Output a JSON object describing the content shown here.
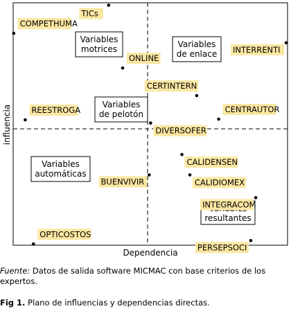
{
  "chart_data": {
    "type": "scatter",
    "xlabel": "Dependencia",
    "ylabel": "influencia",
    "xlim": [
      0,
      100
    ],
    "ylim": [
      0,
      100
    ],
    "grid": false,
    "quadrant_lines": {
      "x": 49,
      "y": 48
    },
    "label_color": "#fbe7a2",
    "points": [
      {
        "name": "TICs",
        "x": 34.8,
        "y": 99.0,
        "label_side": "left"
      },
      {
        "name": "COMPETHUMA",
        "x": 0.2,
        "y": 87.4,
        "label_side": "right-above"
      },
      {
        "name": "INTERRENTI",
        "x": 99.5,
        "y": 83.5,
        "label_side": "left-below"
      },
      {
        "name": "ONLINE",
        "x": 39.9,
        "y": 73.1,
        "label_side": "right-above"
      },
      {
        "name": "CERTINTERN",
        "x": 66.9,
        "y": 61.7,
        "label_side": "left-above"
      },
      {
        "name": "CENTRAUTOR",
        "x": 74.9,
        "y": 52.0,
        "label_side": "right-above"
      },
      {
        "name": "REESTROGA",
        "x": 4.4,
        "y": 51.7,
        "label_side": "right-above"
      },
      {
        "name": "DIVERSOFER",
        "x": 50.1,
        "y": 50.4,
        "label_side": "right-below"
      },
      {
        "name": "CALIDENSEN",
        "x": 61.5,
        "y": 37.4,
        "label_side": "right-below"
      },
      {
        "name": "CALIDIOMEX",
        "x": 64.4,
        "y": 29.0,
        "label_side": "right-below"
      },
      {
        "name": "BUENVIVIR",
        "x": 49.6,
        "y": 29.0,
        "label_side": "left-below"
      },
      {
        "name": "INTEGRACOM",
        "x": 88.4,
        "y": 19.6,
        "label_side": "left-below"
      },
      {
        "name": "PERSEPSOCI",
        "x": 86.6,
        "y": 1.9,
        "label_side": "left-below"
      },
      {
        "name": "OPTICOSTOS",
        "x": 7.4,
        "y": 0.5,
        "label_side": "right-above"
      }
    ],
    "quadrant_labels": [
      {
        "id": "motrices",
        "lines": [
          "Variables",
          "motrices"
        ]
      },
      {
        "id": "enlace",
        "lines": [
          "Variables",
          "de enlace"
        ]
      },
      {
        "id": "peloton",
        "lines": [
          "Variables",
          "de pelotón"
        ]
      },
      {
        "id": "automaticas",
        "lines": [
          "Variables",
          "automáticas"
        ]
      },
      {
        "id": "resultantes",
        "lines": [
          "Variables",
          "resultantes"
        ]
      }
    ]
  },
  "caption": {
    "source_label": "Fuente:",
    "source_text": " Datos de salida software MICMAC con base criterios de los expertos.",
    "fig_label": "Fig 1.",
    "fig_text": " Plano de influencias y dependencias directas."
  }
}
